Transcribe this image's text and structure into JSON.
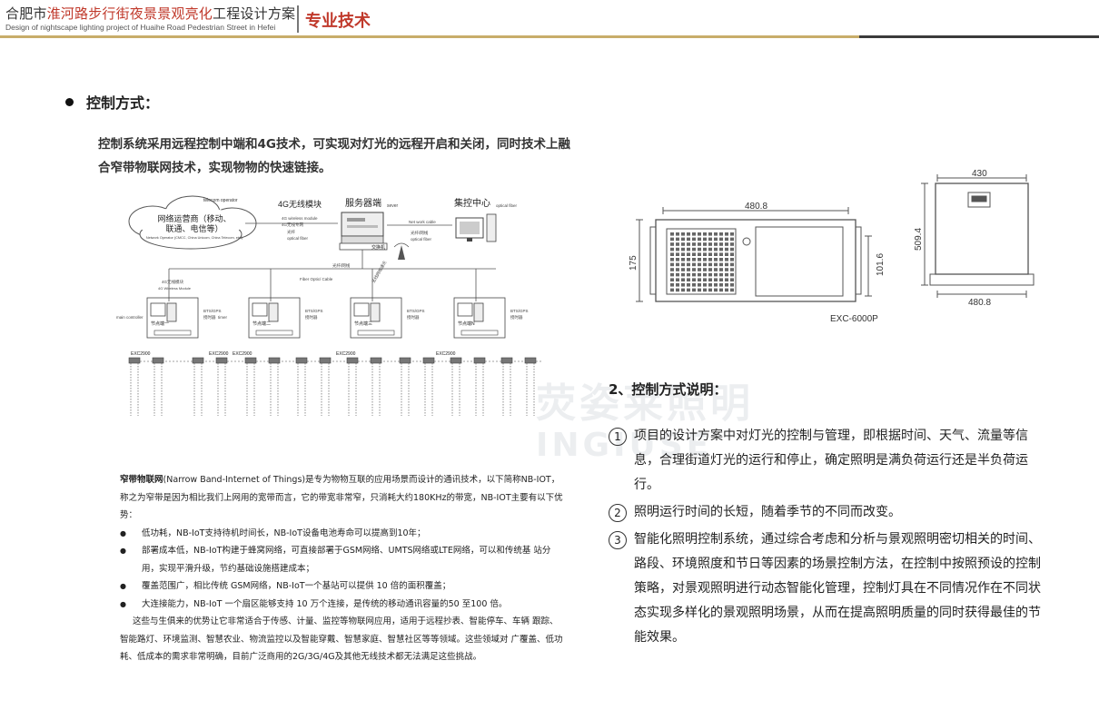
{
  "header": {
    "title_pre": "合肥市",
    "title_red": "淮河路步行街夜景景观亮化",
    "title_post": "工程设计方案",
    "subtitle": "Design of nightscape lighting project of Huaihe Road Pedestrian Street in Hefei",
    "section": "专业技术"
  },
  "control": {
    "heading": "控制方式：",
    "intro": "控制系统采用远程控制中端和4G技术，可实现对灯光的远程开启和关闭，同时技术上融合窄带物联网技术，实现物物的快速链接。"
  },
  "diagram": {
    "telecom": "telecom operator",
    "operator_cn1": "网络运营商（移动、",
    "operator_cn2": "联通、电信等）",
    "operator_en": "Network Operator (CMCC, China Unicom, China Telecom, etc.)",
    "module_4g": "4G无线模块",
    "module_4g_en": "4G wireless module",
    "module_4g_dedicated": "4G无线专网",
    "fiber": "光纤",
    "optical_fiber": "optical fiber",
    "server": "服务器端",
    "server_en": "sever",
    "switch": "交换机",
    "center": "集控中心",
    "center_en": "optical fiber",
    "net_cable": "Net work cable",
    "fiber_net": "光纤/网线",
    "fiber_net2": "光纤/网线",
    "fiber_cable": "Fiber Optic/ Cable",
    "wireless_net": "无线网络通讯",
    "main_controller": "main controller",
    "node_module_cn": "4G无线模块",
    "node_module_en": "4G Wireless Module",
    "bts": "BTS/GPS",
    "timer_cn": "授时器",
    "timer_en": "timer",
    "node_labels": [
      "节点端一",
      "节点端二",
      "节点端三",
      "节点端N"
    ],
    "node_en": "Node",
    "exc": "EXC2900"
  },
  "nbiot": {
    "term": "窄带物联网",
    "p1": "(Narrow Band-Internet of Things)是专为物物互联的应用场景而设计的通讯技术，以下简称NB-IOT，称之为窄带是因为相比我们上网用的宽带而言，它的带宽非常窄，只消耗大约180KHz的带宽，NB-IOT主要有以下优势：",
    "bullets": [
      "低功耗，NB-IoT支持待机时间长，NB-IoT设备电池寿命可以提高到10年；",
      "部署成本低，NB-IoT构建于蜂窝网络，可直接部署于GSM网络、UMTS网络或LTE网络，可以和传统基 站分用，实现平滑升级，节约基础设施搭建成本；",
      "覆盖范围广，相比传统 GSM网络，NB-IoT一个基站可以提供 10 倍的面积覆盖；",
      "大连接能力，NB-IoT 一个扇区能够支持 10 万个连接，是传统的移动通讯容量的50 至100 倍。"
    ],
    "p2": "这些与生俱来的优势让它非常适合于传感、计量、监控等物联网应用，适用于远程抄表、智能停车、车辆 跟踪、智能路灯、环境监测、智慧农业、物流监控以及智能穿戴、智慧家庭、智慧社区等等领域。这些领域对 广覆盖、低功耗、低成本的需求非常明确，目前广泛商用的2G/3G/4G及其他无线技术都无法满足这些挑战。"
  },
  "device": {
    "dims": [
      "480.8",
      "175",
      "101.6",
      "430",
      "509.4",
      "480.8"
    ],
    "model": "EXC-6000P"
  },
  "explain": {
    "heading": "2、控制方式说明：",
    "items": [
      {
        "num": "1",
        "text": "项目的设计方案中对灯光的控制与管理，即根据时间、天气、流量等信息，合理街道灯光的运行和停止，确定照明是满负荷运行还是半负荷运行。"
      },
      {
        "num": "2",
        "text": "照明运行时间的长短，随着季节的不同而改变。"
      },
      {
        "num": "3",
        "text": "智能化照明控制系统，通过综合考虑和分析与景观照明密切相关的时间、路段、环境照度和节日等因素的场景控制方法，在控制中按照预设的控制策略，对景观照明进行动态智能化管理，控制灯具在不同情况作在不同状态实现多样化的景观照明场景，从而在提高照明质量的同时获得最佳的节能效果。"
      }
    ]
  },
  "watermark": {
    "cn": "荧姿莱照明",
    "en": "INGIUSE"
  }
}
